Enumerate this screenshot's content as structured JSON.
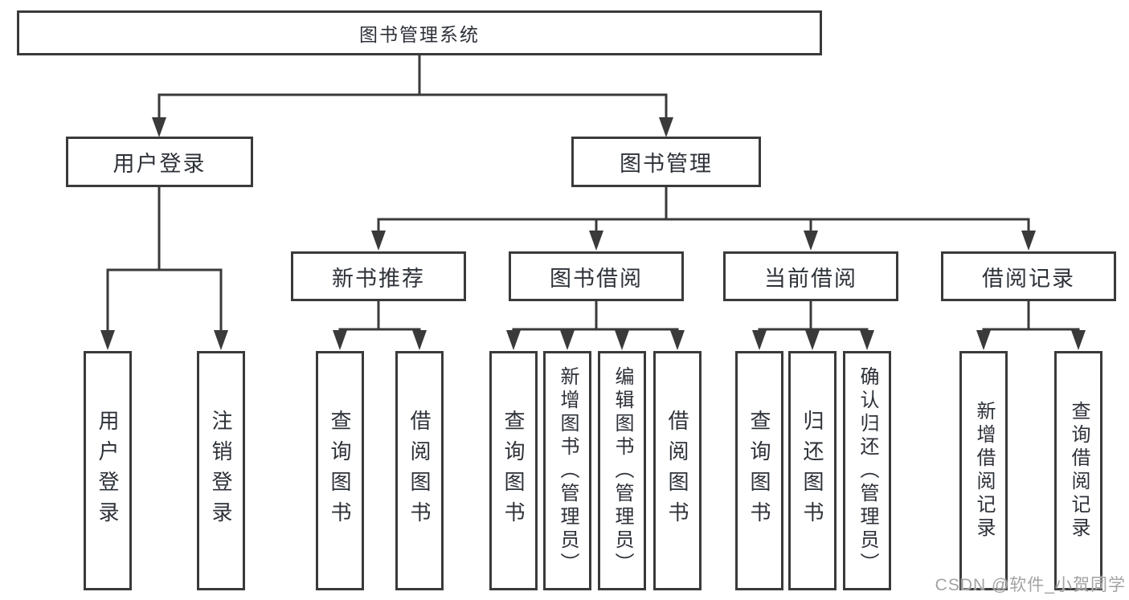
{
  "root": {
    "label": "图书管理系统"
  },
  "level2": [
    {
      "label": "用户登录",
      "children": [
        {
          "label": "用户登录"
        },
        {
          "label": "注销登录"
        }
      ]
    },
    {
      "label": "图书管理",
      "children": [
        {
          "label": "新书推荐",
          "children": [
            {
              "label": "查询图书"
            },
            {
              "label": "借阅图书"
            }
          ]
        },
        {
          "label": "图书借阅",
          "children": [
            {
              "label": "查询图书"
            },
            {
              "label": "新增图书（管理员）"
            },
            {
              "label": "编辑图书（管理员）"
            },
            {
              "label": "借阅图书"
            }
          ]
        },
        {
          "label": "当前借阅",
          "children": [
            {
              "label": "查询图书"
            },
            {
              "label": "归还图书"
            },
            {
              "label": "确认归还（管理员）"
            }
          ]
        },
        {
          "label": "借阅记录",
          "children": [
            {
              "label": "新增借阅记录"
            },
            {
              "label": "查询借阅记录"
            }
          ]
        }
      ]
    }
  ],
  "watermark": "CSDN @软件_小贺同学",
  "colors": {
    "line": "#3a3a3a",
    "text": "#2d3138",
    "watermark": "#a3a3a3",
    "background": "#ffffff"
  }
}
